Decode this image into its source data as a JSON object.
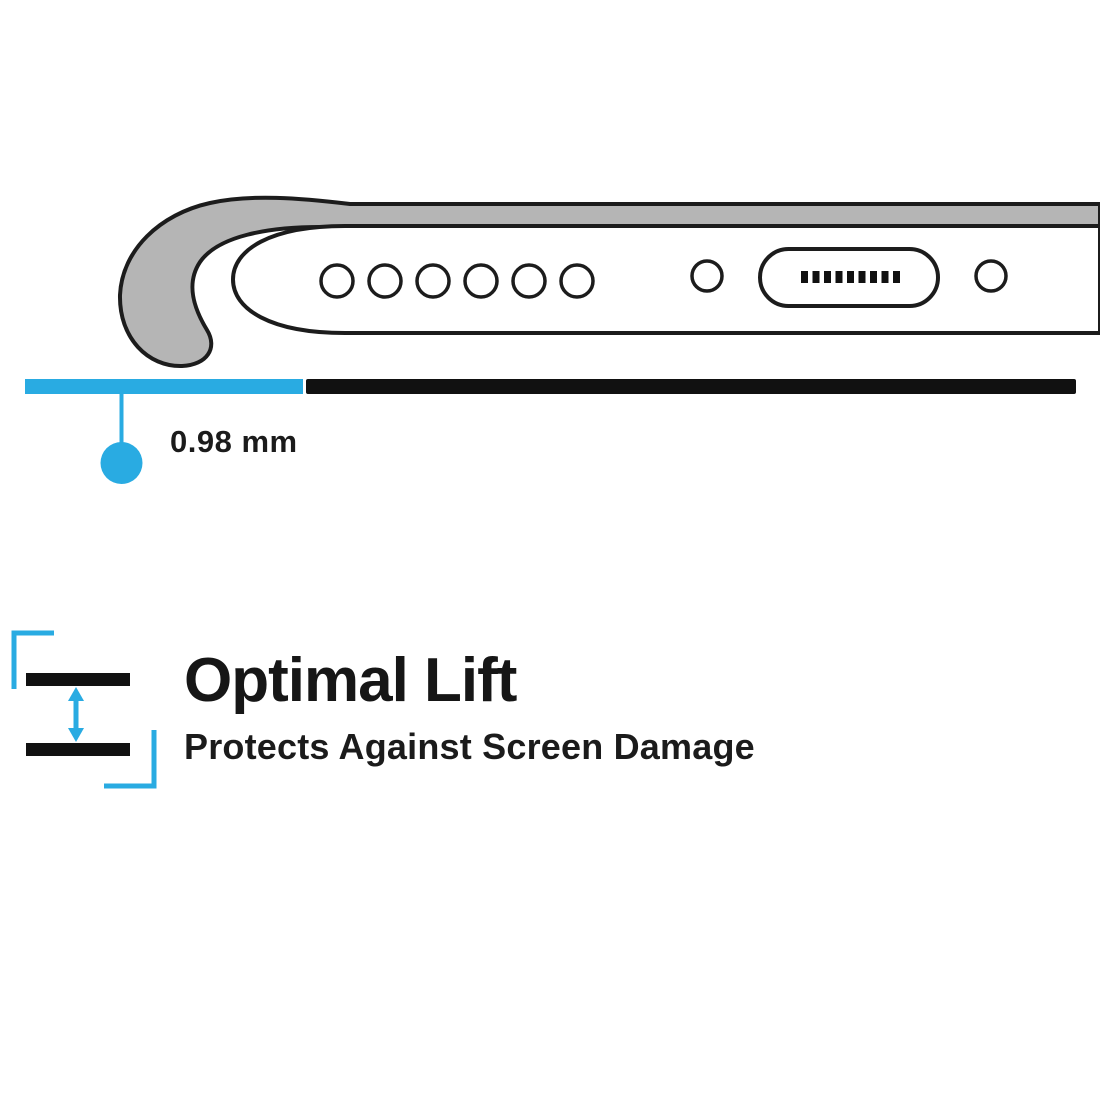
{
  "page": {
    "background": "#ffffff"
  },
  "illustration": {
    "name": "phone-bottom-edge-in-case",
    "speaker_hole_count": 6,
    "colors": {
      "case_gray": "#b5b5b5",
      "outline": "#1c1c1c",
      "accent_cyan": "#29abe2",
      "bar_black": "#111111"
    }
  },
  "measurement": {
    "label": "0.98 mm"
  },
  "feature": {
    "title": "Optimal Lift",
    "subtitle": "Protects Against Screen Damage"
  }
}
